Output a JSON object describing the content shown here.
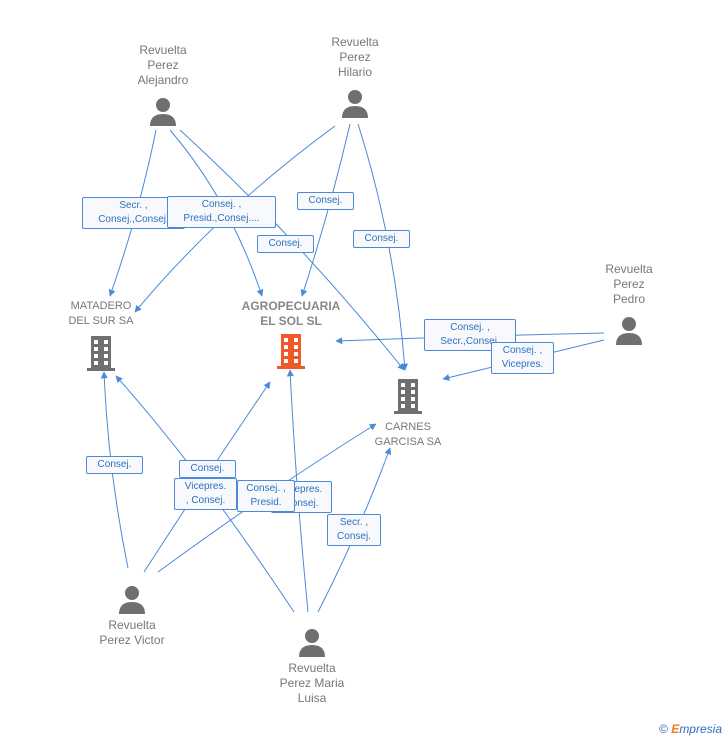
{
  "persons": {
    "alejandro": "Revuelta\nPerez\nAlejandro",
    "hilario": "Revuelta\nPerez\nHilario",
    "pedro": "Revuelta\nPerez\nPedro",
    "victor": "Revuelta\nPerez Victor",
    "maria_luisa": "Revuelta\nPerez Maria\nLuisa"
  },
  "companies": {
    "matadero": "MATADERO\nDEL SUR SA",
    "agropecuaria": "AGROPECUARIA\nEL SOL SL",
    "carnes": "CARNES\nGARCISA SA"
  },
  "edge_labels": {
    "l1": "Secr. ,\nConsej.,Consej.",
    "l2": "Consej. ,\nPresid.,Consej....",
    "l3": "Consej.",
    "l4": "Consej.",
    "l5": "Consej.",
    "l6": "Consej. ,\nSecr.,Consej.",
    "l7": "Consej. ,\nVicepres.",
    "l8": "Consej.",
    "l9": "Consej.",
    "l10": "Vicepres.\n, Consej.",
    "l11": "Consej. ,\nPresid.",
    "l12": "Vicepres.\nConsej.",
    "l13": "Secr. ,\nConsej."
  },
  "colors": {
    "edge": "#4a8ad8",
    "person_icon": "#6f6f6f",
    "company_icon": "#6f6f6f",
    "focus_company_icon": "#f05a28"
  },
  "credit": {
    "symbol": "©",
    "brand_initial": "E",
    "brand_rest": "mpresia"
  }
}
